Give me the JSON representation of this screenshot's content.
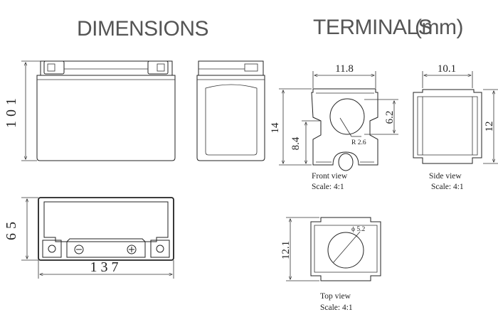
{
  "headings": {
    "dimensions": "DIMENSIONS",
    "terminals": "TERMINALS",
    "terminals_unit": "(mm)"
  },
  "battery": {
    "height": "101",
    "width": "65",
    "length": "137",
    "minus_symbol": "⊖",
    "plus_symbol": "⊕"
  },
  "terminal_front": {
    "width": "11.8",
    "height": "14",
    "lower_height": "8.4",
    "hole": "6.2",
    "radius": "R 2.6",
    "caption_view": "Front view",
    "caption_scale": "Scale:  4:1"
  },
  "terminal_side": {
    "width": "10.1",
    "height": "12",
    "caption_view": "Side view",
    "caption_scale": "Scale:   4:1"
  },
  "terminal_top": {
    "height": "12.1",
    "diameter": "ϕ 5.2",
    "caption_view": "Top view",
    "caption_scale": "Scale:  4:1"
  }
}
